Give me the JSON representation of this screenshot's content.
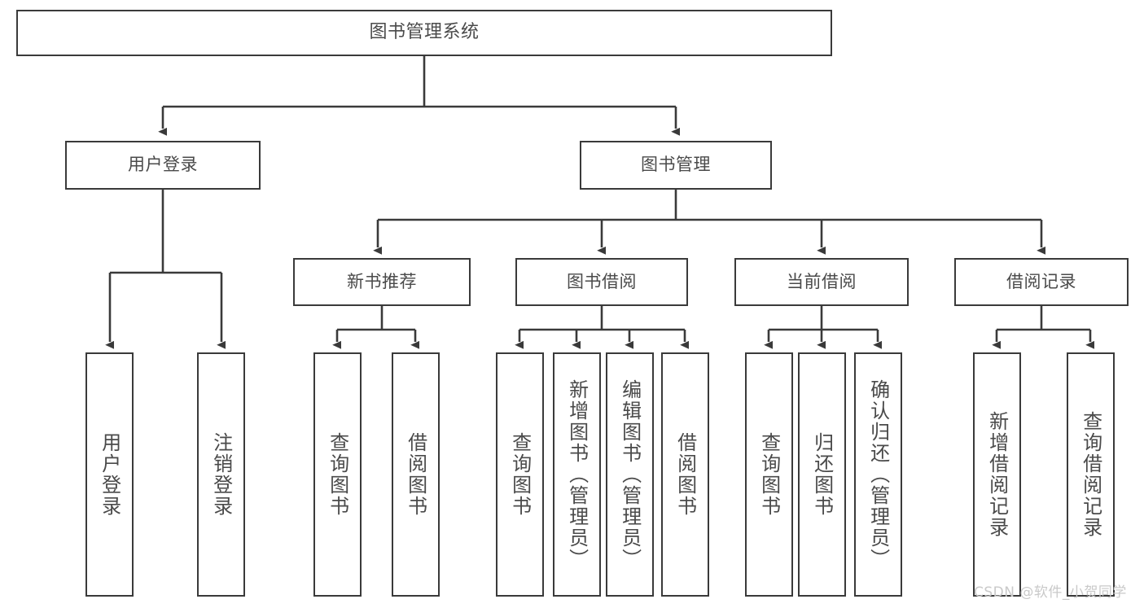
{
  "diagram": {
    "title": "图书管理系统",
    "root": {
      "id": "root",
      "label": "图书管理系统"
    },
    "level1": [
      {
        "id": "user-login",
        "label": "用户登录"
      },
      {
        "id": "book-manage",
        "label": "图书管理"
      }
    ],
    "level2": [
      {
        "id": "new-book-rec",
        "label": "新书推荐",
        "parent": "book-manage"
      },
      {
        "id": "book-borrow",
        "label": "图书借阅",
        "parent": "book-manage"
      },
      {
        "id": "current-borrow",
        "label": "当前借阅",
        "parent": "book-manage"
      },
      {
        "id": "borrow-record",
        "label": "借阅记录",
        "parent": "book-manage"
      }
    ],
    "leaves": [
      {
        "id": "leaf-user-login",
        "label": "用户登录",
        "parent": "user-login"
      },
      {
        "id": "leaf-logout-login",
        "label": "注销登录",
        "parent": "user-login"
      },
      {
        "id": "leaf-query-book-1",
        "label": "查询图书",
        "parent": "new-book-rec"
      },
      {
        "id": "leaf-borrow-book-1",
        "label": "借阅图书",
        "parent": "new-book-rec"
      },
      {
        "id": "leaf-query-book-2",
        "label": "查询图书",
        "parent": "book-borrow"
      },
      {
        "id": "leaf-add-book",
        "label": "新增图书（管理员）",
        "parent": "book-borrow"
      },
      {
        "id": "leaf-edit-book",
        "label": "编辑图书（管理员）",
        "parent": "book-borrow"
      },
      {
        "id": "leaf-borrow-book-2",
        "label": "借阅图书",
        "parent": "book-borrow"
      },
      {
        "id": "leaf-query-book-3",
        "label": "查询图书",
        "parent": "current-borrow"
      },
      {
        "id": "leaf-return-book",
        "label": "归还图书",
        "parent": "current-borrow"
      },
      {
        "id": "leaf-confirm-return",
        "label": "确认归还（管理员）",
        "parent": "current-borrow"
      },
      {
        "id": "leaf-add-record",
        "label": "新增借阅记录",
        "parent": "borrow-record"
      },
      {
        "id": "leaf-query-record",
        "label": "查询借阅记录",
        "parent": "borrow-record"
      }
    ]
  },
  "watermark": {
    "text": "CSDN @软件_小贺同学"
  },
  "colors": {
    "stroke": "#3a3a3a",
    "text": "#4a4a4a",
    "background": "#ffffff",
    "watermark": "#c9c9c9"
  }
}
